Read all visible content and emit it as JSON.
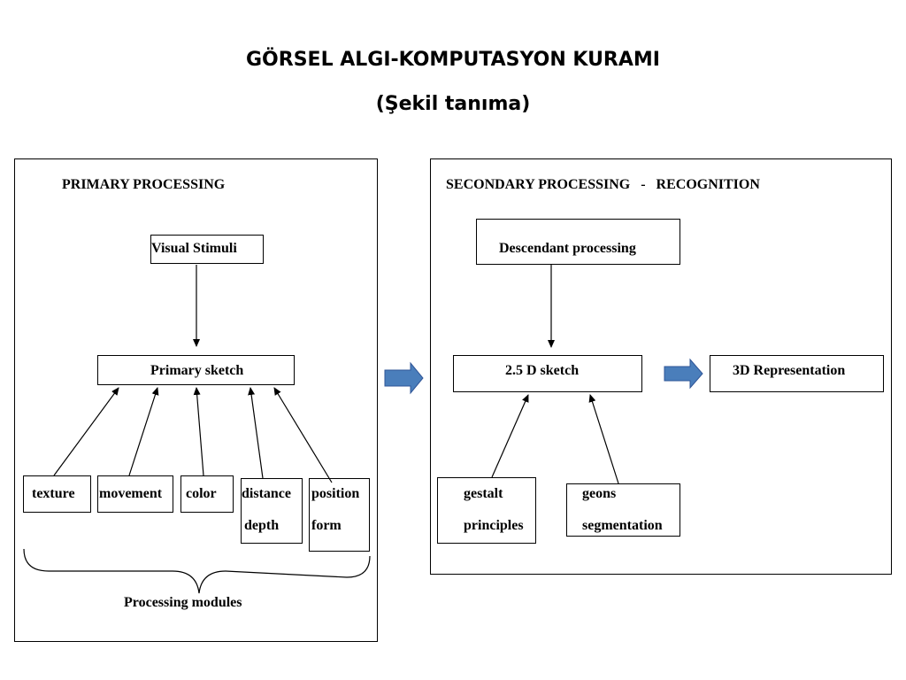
{
  "title": "GÖRSEL ALGI-KOMPUTASYON KURAMI",
  "subtitle": "(Şekil tanıma)",
  "primary": {
    "heading": "PRIMARY PROCESSING",
    "visual_stimuli": "Visual Stimuli",
    "primary_sketch": "Primary sketch",
    "modules": {
      "texture": "texture",
      "movement": "movement",
      "color": "color",
      "distance": "distance",
      "depth": "depth",
      "position": "position",
      "form": "form"
    },
    "modules_label": "Processing modules"
  },
  "secondary": {
    "heading": "SECONDARY PROCESSING   -   RECOGNITION",
    "descendant": "Descendant processing",
    "sketch_25d": "2.5 D sketch",
    "representation_3d": "3D Representation",
    "gestalt": "gestalt",
    "principles": "principles",
    "geons": "geons",
    "segmentation": "segmentation"
  },
  "colors": {
    "arrow_fill": "#4a7ebb",
    "arrow_stroke": "#2f5597"
  }
}
